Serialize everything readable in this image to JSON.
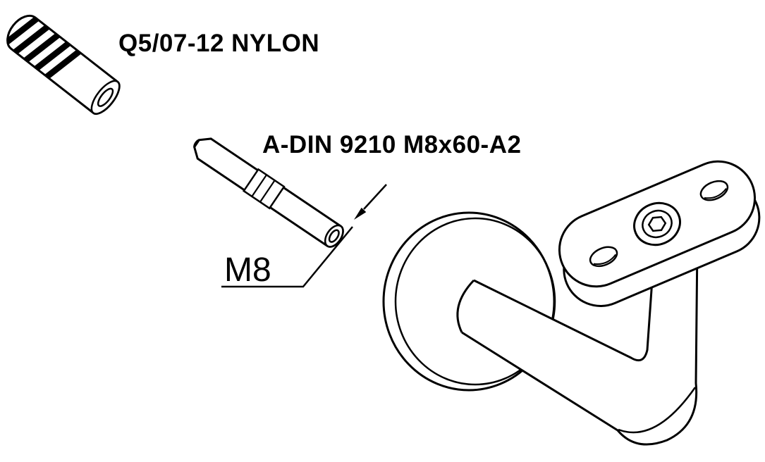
{
  "diagram": {
    "labels": {
      "anchor": "Q5/07-12 NYLON",
      "stud": "A-DIN 9210 M8x60-A2",
      "dimension": "M8"
    },
    "colors": {
      "line": "#000000",
      "background": "#ffffff"
    }
  }
}
